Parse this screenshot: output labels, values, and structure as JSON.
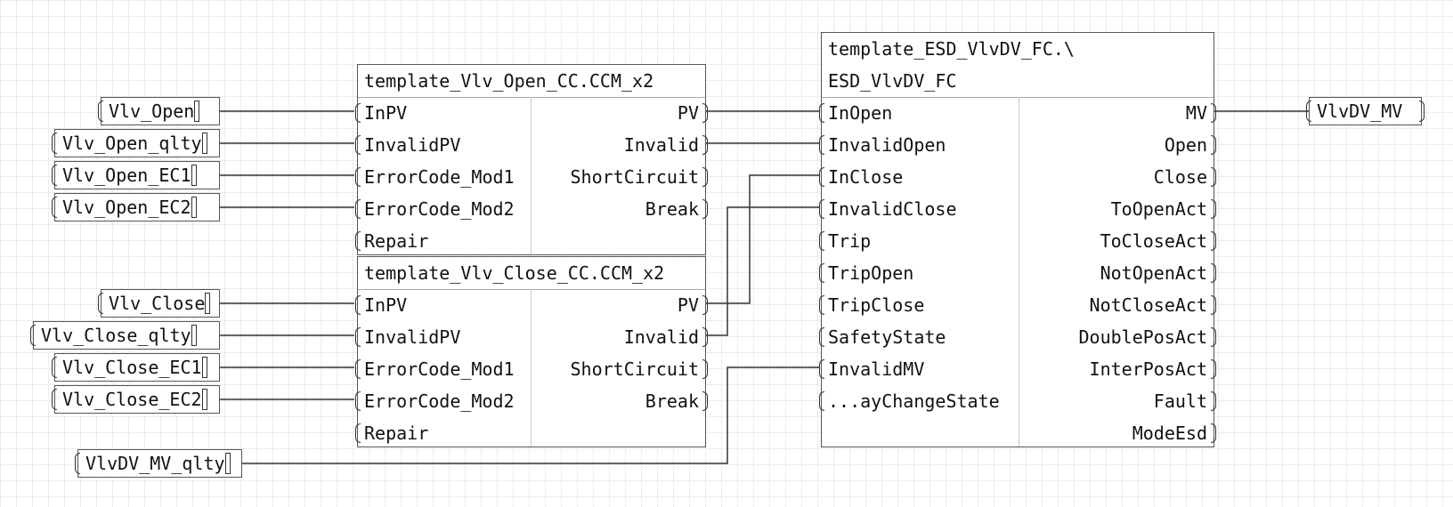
{
  "inputs": {
    "vlv_open": "Vlv_Open",
    "vlv_open_qlty": "Vlv_Open_qlty",
    "vlv_open_ec1": "Vlv_Open_EC1",
    "vlv_open_ec2": "Vlv_Open_EC2",
    "vlv_close": "Vlv_Close",
    "vlv_close_qlty": "Vlv_Close_qlty",
    "vlv_close_ec1": "Vlv_Close_EC1",
    "vlv_close_ec2": "Vlv_Close_EC2",
    "vlvdv_mv_qlty": "VlvDV_MV_qlty"
  },
  "outputs": {
    "vlvdv_mv": "VlvDV_MV"
  },
  "open_block": {
    "title": "template_Vlv_Open_CC.CCM_x2",
    "inputs": [
      "InPV",
      "InvalidPV",
      "ErrorCode_Mod1",
      "ErrorCode_Mod2",
      "Repair"
    ],
    "outputs": [
      "PV",
      "Invalid",
      "ShortCircuit",
      "Break"
    ]
  },
  "close_block": {
    "title": "template_Vlv_Close_CC.CCM_x2",
    "inputs": [
      "InPV",
      "InvalidPV",
      "ErrorCode_Mod1",
      "ErrorCode_Mod2",
      "Repair"
    ],
    "outputs": [
      "PV",
      "Invalid",
      "ShortCircuit",
      "Break"
    ]
  },
  "esd_block": {
    "title_line1": "template_ESD_VlvDV_FC.\\",
    "title_line2": "ESD_VlvDV_FC",
    "inputs": [
      "InOpen",
      "InvalidOpen",
      "InClose",
      "InvalidClose",
      "Trip",
      "TripOpen",
      "TripClose",
      "SafetyState",
      "InvalidMV",
      "...ayChangeState"
    ],
    "outputs": [
      "MV",
      "Open",
      "Close",
      "ToOpenAct",
      "ToCloseAct",
      "NotOpenAct",
      "NotCloseAct",
      "DoublePosAct",
      "InterPosAct",
      "Fault",
      "ModeEsd"
    ]
  },
  "colors": {
    "wire": "#333333",
    "border": "#555555",
    "grid": "#ececec"
  }
}
